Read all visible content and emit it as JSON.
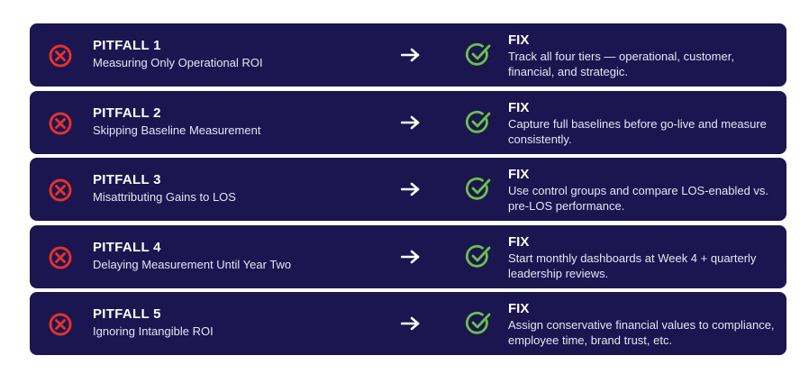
{
  "colors": {
    "row_bg": "#1b1550",
    "pitfall_icon": "#e0322f",
    "fix_icon": "#6cc04a",
    "text": "#ffffff"
  },
  "icons": {
    "pitfall": "x-circle-icon",
    "transition": "right-arrow-icon",
    "fix": "check-circle-icon"
  },
  "rows": [
    {
      "pitfall_title": "PITFALL 1",
      "pitfall_desc": "Measuring Only Operational ROI",
      "fix_title": "FIX",
      "fix_desc": "Track all four tiers — operational, customer, financial, and strategic."
    },
    {
      "pitfall_title": "PITFALL 2",
      "pitfall_desc": "Skipping Baseline Measurement",
      "fix_title": "FIX",
      "fix_desc": "Capture full baselines before go-live and measure consistently."
    },
    {
      "pitfall_title": "PITFALL 3",
      "pitfall_desc": "Misattributing Gains to LOS",
      "fix_title": "FIX",
      "fix_desc": "Use control groups and compare LOS-enabled vs. pre-LOS performance."
    },
    {
      "pitfall_title": "PITFALL 4",
      "pitfall_desc": "Delaying Measurement Until Year Two",
      "fix_title": "FIX",
      "fix_desc": "Start monthly dashboards at Week 4 + quarterly leadership reviews."
    },
    {
      "pitfall_title": "PITFALL 5",
      "pitfall_desc": "Ignoring Intangible ROI",
      "fix_title": "FIX",
      "fix_desc": "Assign conservative financial values to compliance, employee time, brand trust, etc."
    }
  ]
}
